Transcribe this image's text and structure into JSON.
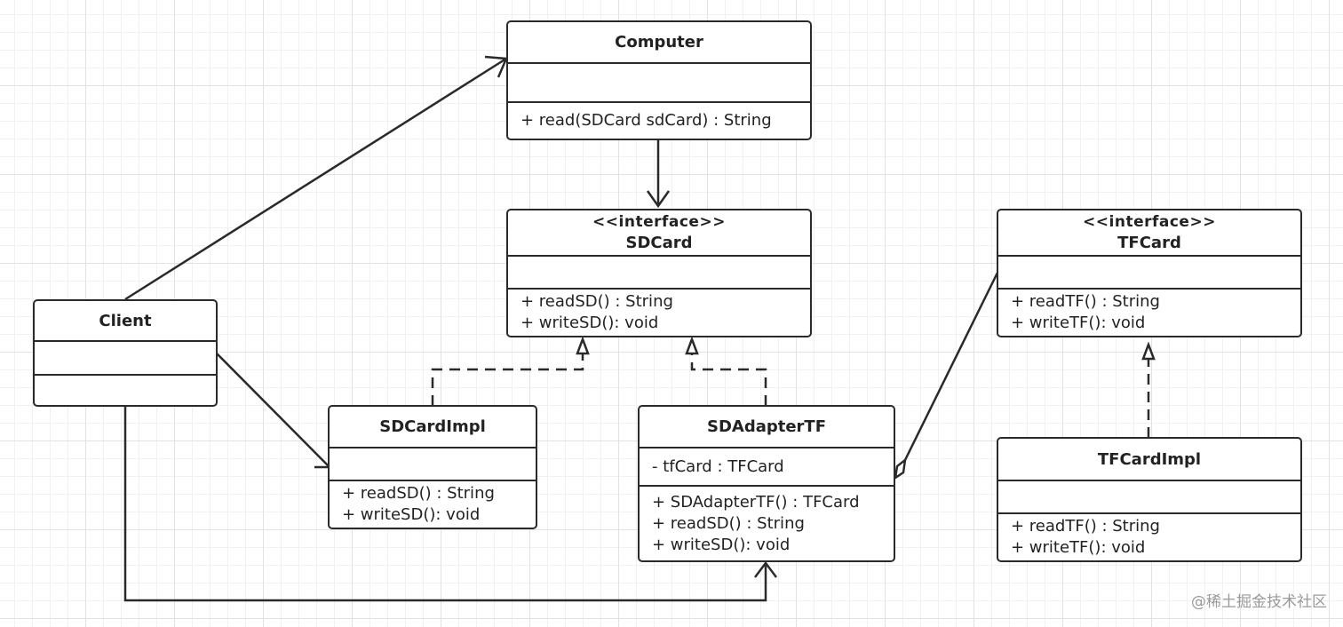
{
  "diagram": {
    "classes": {
      "computer": {
        "stereotype": "",
        "name": "Computer",
        "attributes": [],
        "operations": [
          "+ read(SDCard sdCard) : String"
        ]
      },
      "sdcard": {
        "stereotype": "<<interface>>",
        "name": "SDCard",
        "attributes": [],
        "operations": [
          "+ readSD() : String",
          "+ writeSD(): void"
        ]
      },
      "tfcard": {
        "stereotype": "<<interface>>",
        "name": "TFCard",
        "attributes": [],
        "operations": [
          "+ readTF() : String",
          "+ writeTF(): void"
        ]
      },
      "client": {
        "stereotype": "",
        "name": "Client",
        "attributes": [],
        "operations": []
      },
      "sdcardimpl": {
        "stereotype": "",
        "name": "SDCardImpl",
        "attributes": [],
        "operations": [
          "+ readSD() : String",
          "+ writeSD(): void"
        ]
      },
      "sdadaptertf": {
        "stereotype": "",
        "name": "SDAdapterTF",
        "attributes": [
          "- tfCard : TFCard"
        ],
        "operations": [
          "+ SDAdapterTF() : TFCard",
          "+ readSD() : String",
          "+ writeSD(): void"
        ]
      },
      "tfcardimpl": {
        "stereotype": "",
        "name": "TFCardImpl",
        "attributes": [],
        "operations": [
          "+ readTF() : String",
          "+ writeTF(): void"
        ]
      }
    },
    "relationships": [
      {
        "from": "Client",
        "to": "Computer",
        "type": "association"
      },
      {
        "from": "Client",
        "to": "SDCardImpl",
        "type": "association"
      },
      {
        "from": "Client",
        "to": "SDAdapterTF",
        "type": "association"
      },
      {
        "from": "Computer",
        "to": "SDCard",
        "type": "dependency"
      },
      {
        "from": "SDCardImpl",
        "to": "SDCard",
        "type": "realization"
      },
      {
        "from": "SDAdapterTF",
        "to": "SDCard",
        "type": "realization"
      },
      {
        "from": "TFCardImpl",
        "to": "TFCard",
        "type": "realization"
      },
      {
        "from": "SDAdapterTF",
        "to": "TFCard",
        "type": "aggregation"
      }
    ],
    "colors": {
      "line": "#2a2a2a",
      "grid": "#e2e2e2",
      "watermark": "#9a9a9a"
    }
  },
  "watermark": "@稀土掘金技术社区"
}
